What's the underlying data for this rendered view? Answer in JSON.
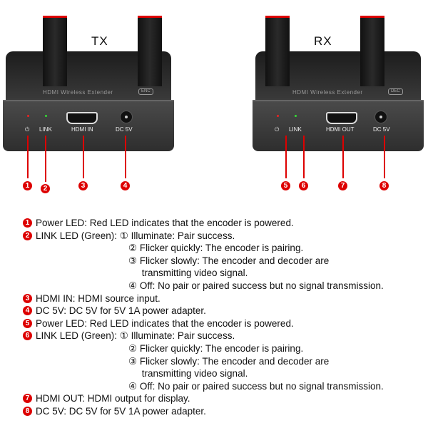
{
  "devices": [
    {
      "side": "TX",
      "engraving": "HDMI Wireless Extender",
      "badge": "ENC",
      "ports": [
        "LINK",
        "HDMI IN",
        "DC 5V"
      ],
      "numbers": [
        "1",
        "2",
        "3",
        "4"
      ],
      "power_symbol": "⏻"
    },
    {
      "side": "RX",
      "engraving": "HDMI Wireless Extender",
      "badge": "DEC",
      "ports": [
        "LINK",
        "HDMI OUT",
        "DC 5V"
      ],
      "numbers": [
        "5",
        "6",
        "7",
        "8"
      ],
      "power_symbol": "⏻"
    }
  ],
  "lines": [
    {
      "n": "1",
      "t": "Power LED: Red LED indicates that the encoder is powered."
    },
    {
      "n": "2",
      "t": "LINK LED (Green): ① Illuminate: Pair success."
    },
    {
      "s": "② Flicker quickly: The encoder is pairing."
    },
    {
      "s": "③ Flicker slowly: The encoder and decoder are"
    },
    {
      "s": "     transmitting video signal."
    },
    {
      "s": "④ Off: No pair or paired success but no signal transmission."
    },
    {
      "n": "3",
      "t": "HDMI IN: HDMI source input."
    },
    {
      "n": "4",
      "t": "DC 5V: DC 5V for 5V 1A power adapter."
    },
    {
      "n": "5",
      "t": "Power LED: Red LED indicates that the encoder is powered."
    },
    {
      "n": "6",
      "t": "LINK LED (Green): ① Illuminate: Pair success."
    },
    {
      "s": "② Flicker quickly: The encoder is pairing."
    },
    {
      "s": "③ Flicker slowly: The encoder and decoder are"
    },
    {
      "s": "     transmitting video signal."
    },
    {
      "s": "④ Off: No pair or paired success but no signal transmission."
    },
    {
      "n": "7",
      "t": "HDMI OUT: HDMI output for display."
    },
    {
      "n": "8",
      "t": "DC 5V: DC 5V for 5V 1A power adapter."
    }
  ]
}
